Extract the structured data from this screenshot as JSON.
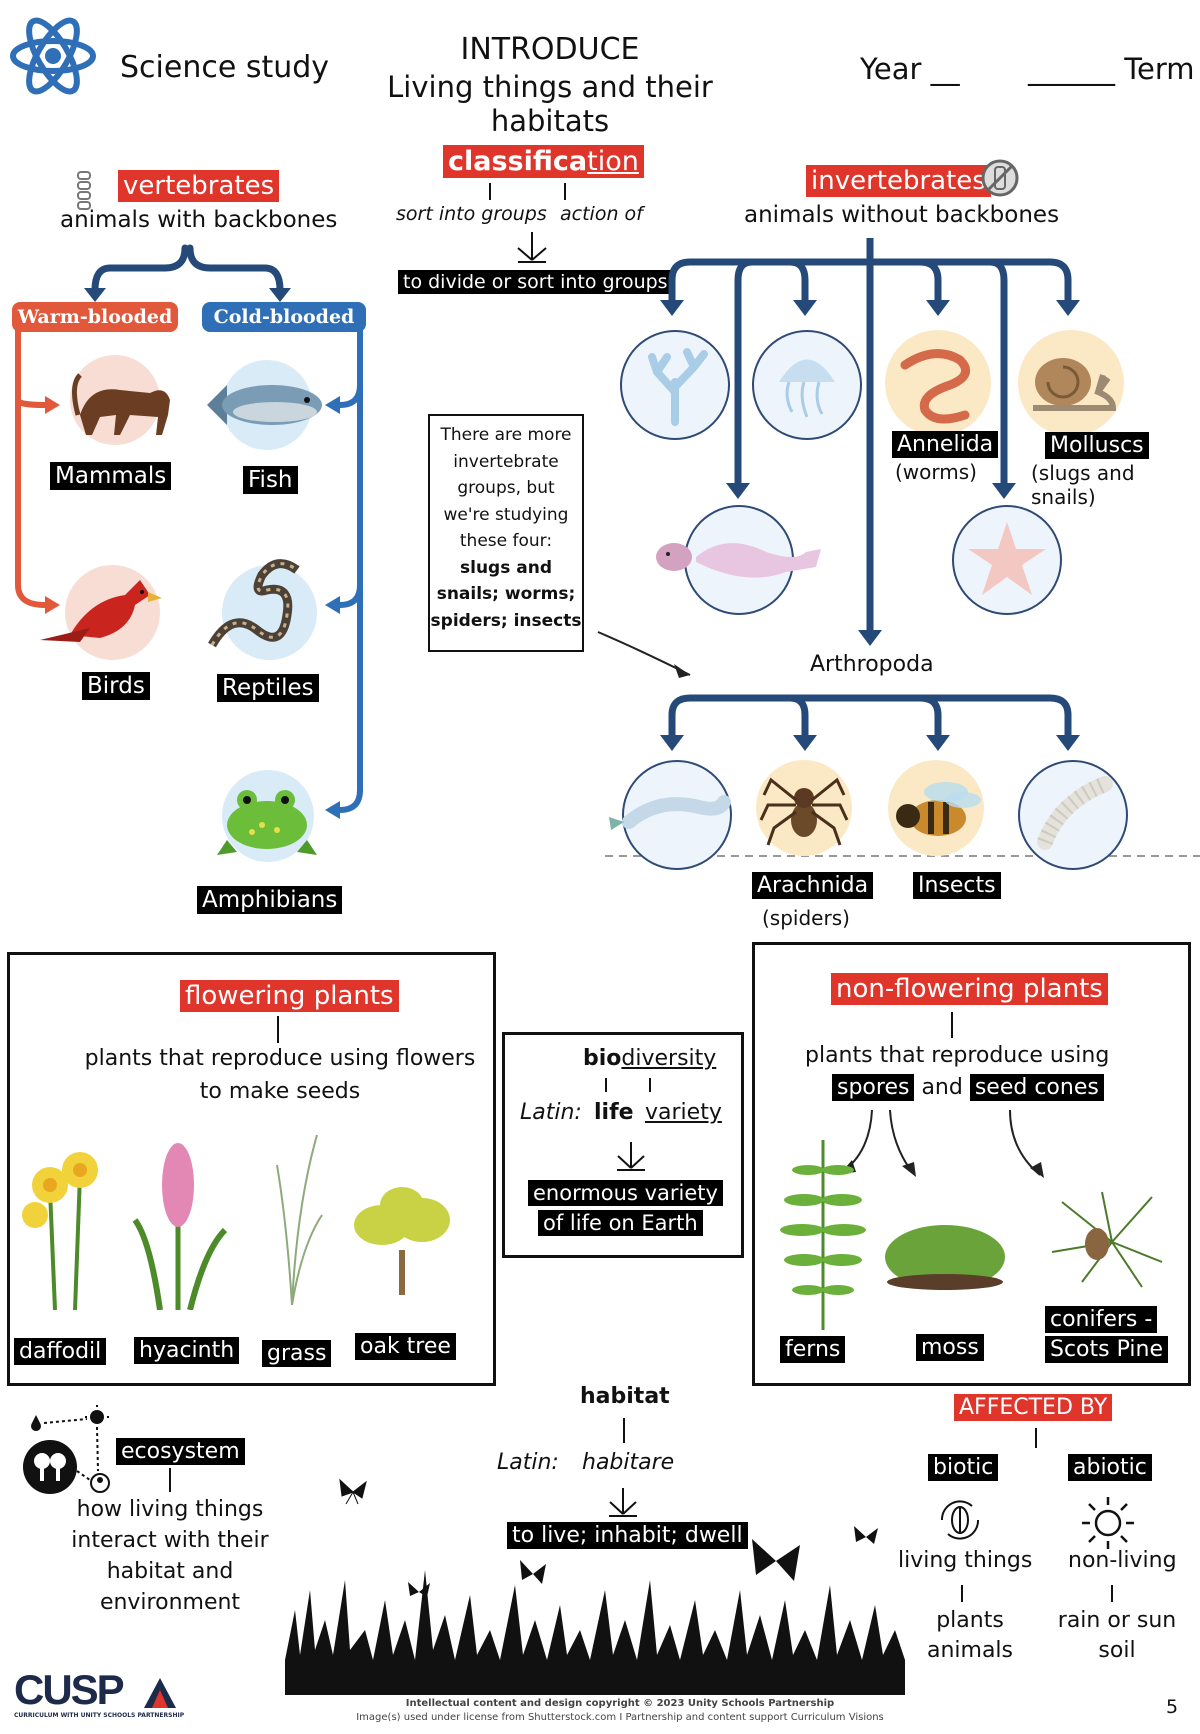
{
  "header": {
    "subject": "Science study",
    "unit_kicker": "INTRODUCE",
    "unit_title": "Living things and their habitats",
    "year_label": "Year __",
    "term_label": "______ Term",
    "atom_icon": "atom-icon"
  },
  "colors": {
    "accent_red": "#e0352b",
    "warm": "#e2583a",
    "cold": "#2f6fb7",
    "navy": "#254a7a"
  },
  "vertebrates": {
    "title": "vertebrates",
    "definition": "animals with backbones",
    "warm_label": "Warm-blooded",
    "cold_label": "Cold-blooded",
    "groups": [
      "Mammals",
      "Fish",
      "Birds",
      "Reptiles",
      "Amphibians"
    ]
  },
  "classification": {
    "word_root": "classifica",
    "word_suffix": "tion",
    "root_meaning": "sort into groups",
    "suffix_meaning": "action of",
    "definition": "to divide or sort into groups"
  },
  "invertebrates": {
    "title": "invertebrates",
    "definition": "animals without backbones",
    "note_lines": [
      "There are more",
      "invertebrate",
      "groups, but",
      "we're studying",
      "these four:",
      "slugs and",
      "snails; worms;",
      "spiders; insects"
    ],
    "annelida": "Annelida",
    "annelida_sub": "(worms)",
    "molluscs": "Molluscs",
    "molluscs_sub": "(slugs and snails)",
    "arthropoda": "Arthropoda",
    "arachnida": "Arachnida",
    "arachnida_sub": "(spiders)",
    "insects": "Insects"
  },
  "flowering": {
    "title": "flowering plants",
    "definition_1": "plants that reproduce using flowers",
    "definition_2": "to make seeds",
    "examples": [
      "daffodil",
      "hyacinth",
      "grass",
      "oak tree"
    ]
  },
  "biodiversity": {
    "prefix": "bio",
    "suffix": "diversity",
    "latin_label": "Latin:",
    "prefix_meaning": "life",
    "suffix_meaning": "variety",
    "definition_1": "enormous variety",
    "definition_2": "of life on Earth"
  },
  "nonflowering": {
    "title": "non-flowering plants",
    "definition_1": "plants that reproduce using",
    "spores": "spores",
    "and": "and",
    "seed_cones": "seed cones",
    "examples": [
      "ferns",
      "moss"
    ],
    "conifer_1": "conifers -",
    "conifer_2": "Scots Pine"
  },
  "ecosystem": {
    "title": "ecosystem",
    "definition": [
      "how living things",
      "interact with their",
      "habitat and",
      "environment"
    ]
  },
  "habitat": {
    "title": "habitat",
    "latin_label": "Latin:",
    "latin_word": "habitare",
    "definition": "to live; inhabit; dwell"
  },
  "affected": {
    "title": "AFFECTED BY",
    "biotic": "biotic",
    "abiotic": "abiotic",
    "biotic_desc": "living things",
    "abiotic_desc": "non-living",
    "biotic_ex_1": "plants",
    "biotic_ex_2": "animals",
    "abiotic_ex_1": "rain or sun",
    "abiotic_ex_2": "soil"
  },
  "footer": {
    "logo": "CUSP",
    "logo_sub": "CURRICULUM WITH UNITY SCHOOLS PARTNERSHIP",
    "copyright": "Intellectual content and design copyright © 2023 Unity Schools Partnership",
    "license": "Image(s) used under license from Shutterstock.com  I Partnership and content support Curriculum Visions",
    "page_number": "5"
  }
}
